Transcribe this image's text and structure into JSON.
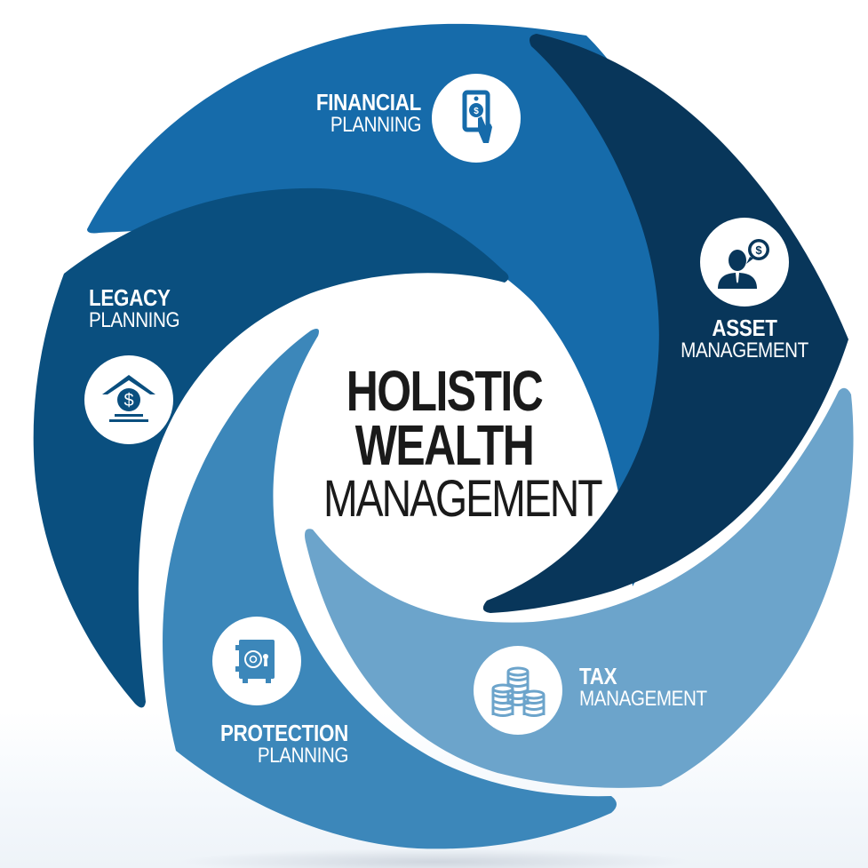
{
  "diagram": {
    "title": {
      "line1": "HOLISTIC",
      "line2": "WEALTH",
      "line3": "MANAGEMENT"
    },
    "segments": [
      {
        "id": "financial",
        "bold": "FINANCIAL",
        "light": "PLANNING",
        "icon": "hand-holding-money-icon",
        "color": "#166BAA"
      },
      {
        "id": "asset",
        "bold": "ASSET",
        "light": "MANAGEMENT",
        "icon": "advisor-dollar-speech-icon",
        "color": "#08365A"
      },
      {
        "id": "tax",
        "bold": "TAX",
        "light": "MANAGEMENT",
        "icon": "coin-stacks-icon",
        "color": "#6CA4CB"
      },
      {
        "id": "protection",
        "bold": "PROTECTION",
        "light": "PLANNING",
        "icon": "safe-vault-icon",
        "color": "#3C87BA"
      },
      {
        "id": "legacy",
        "bold": "LEGACY",
        "light": "PLANNING",
        "icon": "house-dollar-icon",
        "color": "#0A4F7F"
      }
    ]
  }
}
